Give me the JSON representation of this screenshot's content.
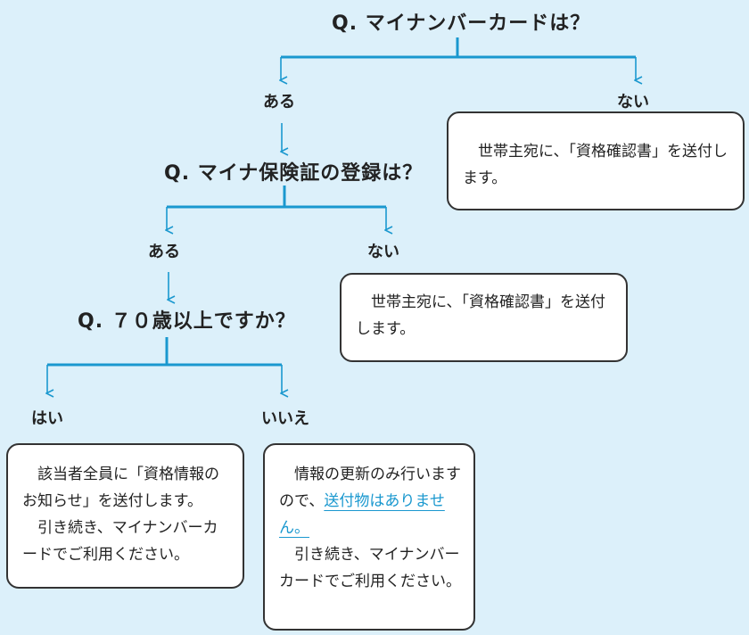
{
  "q1": "Q. マイナンバーカードは？",
  "q1_yes": "ある",
  "q1_no": "ない",
  "q1_no_text": "世帯主宛に、「資格確認書」を送付します。",
  "q2": "Q. マイナ保険証の登録は？",
  "q2_yes": "ある",
  "q2_no": "ない",
  "q2_no_text": "世帯主宛に、「資格確認書」を送付します。",
  "q3": "Q. ７０歳以上ですか？",
  "q3_yes": "はい",
  "q3_no": "いいえ",
  "q3_yes_text1": "該当者全員に「資格情報のお知らせ」を送付します。",
  "q3_yes_text2": "引き続き、マイナンバーカードでご利用ください。",
  "q3_no_text1_a": "情報の更新のみ行いますので、",
  "q3_no_text1_highlight": "送付物はありません。",
  "q3_no_text2": "引き続き、マイナンバーカードでご利用ください。",
  "colors": {
    "background": "#dcf0fa",
    "connector": "#1a98cf",
    "highlight": "#1a98cf"
  }
}
